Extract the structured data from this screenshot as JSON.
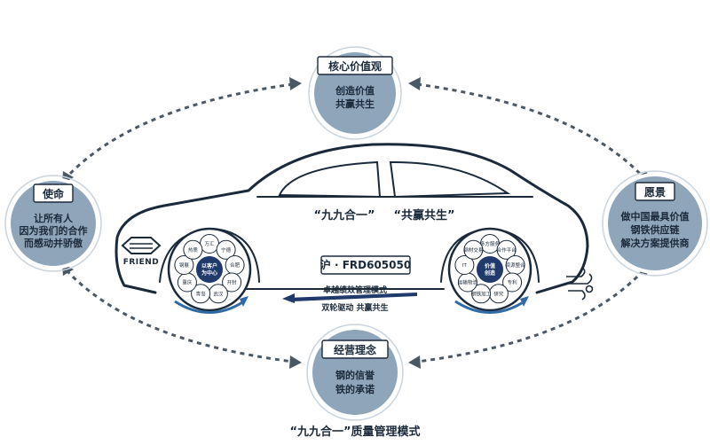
{
  "nodes": {
    "top": {
      "title": "核心价值观",
      "lines": [
        "创造价值",
        "共赢共生"
      ]
    },
    "left": {
      "title": "使命",
      "lines": [
        "让所有人",
        "因为我们的合作",
        "而感动并骄傲"
      ]
    },
    "right": {
      "title": "愿景",
      "lines": [
        "做中国最具价值",
        "钢铁供应链",
        "解决方案提供商"
      ]
    },
    "bottom": {
      "title": "经营理念",
      "lines": [
        "钢的信誉",
        "铁的承诺"
      ]
    }
  },
  "car": {
    "slogan_left": "“九九合一”",
    "slogan_right": "“共赢共生”",
    "plate": "沪 · FRD605050",
    "mode_line1": "卓越绩效管理模式",
    "mode_line2": "双轮驱动 共赢共生",
    "brand": "FRIEND"
  },
  "wheel_left": {
    "hub_line1": "以客户",
    "hub_line2": "为中心",
    "segments": [
      "万汇",
      "宁德",
      "合肥",
      "开封",
      "武汉",
      "青岛",
      "重庆",
      "钢展",
      "热质"
    ]
  },
  "wheel_right": {
    "hub_line1": "价值",
    "hub_line2": "创造",
    "segments": [
      "多方服务",
      "合作平台",
      "资源整合",
      "专利",
      "研究",
      "钢铁加工",
      "运输物流",
      "IT",
      "钢材交易"
    ]
  },
  "caption": "“九九合一”质量管理模式",
  "colors": {
    "node_fill": "#8fa5b9",
    "hub_fill": "#1f3a6b",
    "wheel_arrow": "#2d6aa6",
    "ink": "#1b2a3a"
  }
}
